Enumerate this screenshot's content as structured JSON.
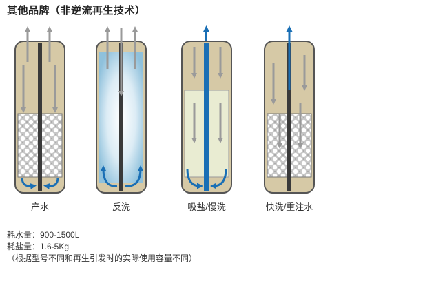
{
  "title": "其他品牌（非逆流再生技术）",
  "stages": [
    {
      "label": "产水",
      "type": "service"
    },
    {
      "label": "反洗",
      "type": "backwash"
    },
    {
      "label": "吸盐/慢洗",
      "type": "brine"
    },
    {
      "label": "快洗/重注水",
      "type": "rinse"
    }
  ],
  "notes": {
    "water": "耗水量：900-1500L",
    "salt": "耗盐量：1.6-5Kg",
    "remark": "（根据型号不同和再生引发时的实际使用容量不同）"
  },
  "colors": {
    "shell": "#d6c9a6",
    "shell_stroke": "#555555",
    "resin": "#c7c7c7",
    "resin_bead": "#ffffff",
    "arrow_gray": "#9a9a9a",
    "arrow_blue": "#1a6fb5",
    "brine_fill": "#e9ecd2",
    "backwash_fill": "#bcd9ea",
    "center_tube": "#3a3a3a"
  }
}
